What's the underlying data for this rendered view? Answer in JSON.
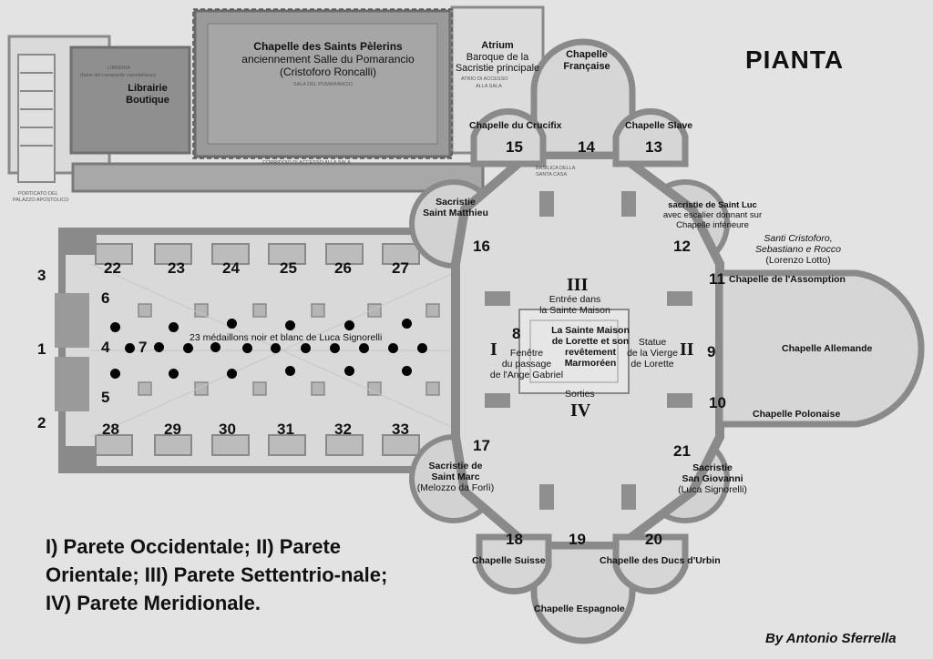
{
  "title": "PIANTA",
  "credit": "By Antonio Sferrella",
  "legend": "I) Parete Occidentale; II) Parete Orientale;  III)  Parete Settentrio-nale; IV) Parete Meridionale.",
  "walls": {
    "I": "I",
    "II": "II",
    "III": "III",
    "IV": "IV"
  },
  "labels": {
    "pomarancio": {
      "title": "Chapelle des Saints Pèlerins",
      "line2": "anciennement Salle du Pomarancio",
      "line3": "(Cristoforo Roncalli)"
    },
    "atrium": {
      "title": "Atrium",
      "line2": "Baroque de la",
      "line3": "Sacristie principale"
    },
    "libreria": {
      "l1": "Librairie",
      "l2": "Boutique"
    },
    "francaise": {
      "l1": "Chapelle",
      "l2": "Française"
    },
    "crucifix": "Chapelle du Crucifix",
    "slave": "Chapelle Slave",
    "matthieu": {
      "l1": "Sacristie",
      "l2": "Saint Matthieu"
    },
    "luc": {
      "l1": "sacristie de Saint Luc",
      "l2": "avec escalier donnant sur",
      "l3": "Chapelle inférieure"
    },
    "lotto": {
      "l1": "Santi Cristoforo,",
      "l2": "Sebastiano e Rocco",
      "l3": "(Lorenzo Lotto)"
    },
    "assomption": "Chapelle de l'Assomption",
    "allemande": "Chapelle Allemande",
    "polonaise": "Chapelle Polonaise",
    "marc": {
      "l1": "Sacristie de",
      "l2": "Saint Marc",
      "l3": "(Melozzo da Forlì)"
    },
    "giovanni": {
      "l1": "Sacristie",
      "l2": "San Giovanni",
      "l3": "(Luca Signorelli)"
    },
    "suisse": "Chapelle Suisse",
    "urbin": "Chapelle des Ducs d'Urbin",
    "espagnole": "Chapelle Espagnole",
    "entree": {
      "l1": "Entrée dans",
      "l2": "la Sainte Maison"
    },
    "maison": {
      "l1": "La Sainte Maison",
      "l2": "de Lorette et son",
      "l3": "revêtement",
      "l4": "Marmoréen"
    },
    "statue": {
      "l1": "Statue",
      "l2": "de la Vierge",
      "l3": "de Lorette"
    },
    "fenetre": {
      "l1": "Fenêtre",
      "l2": "du passage",
      "l3": "de l'Ange Gabriel"
    },
    "sorties": "Sorties",
    "medaillons": "23 médaillons noir et blanc de Luca Signorelli",
    "tiny_libreria": "LIBRERIA",
    "tiny_campanile": "(base del campanile vanvitelliano)",
    "tiny_sala": "SALA DEL POMARANCIO",
    "tiny_atrio": "ATRIO DI ACCESSO",
    "tiny_alla": "ALLA SALA",
    "tiny_corridoio": "CORRIDOIO DI ACCESSO ALLA SALA",
    "tiny_porticato": "PORTICATO DEL",
    "tiny_palazzo": "PALAZZO APOSTOLICO",
    "tiny_basilica": "BASILICA DELLA",
    "tiny_casa": "SANTA CASA"
  },
  "numbers": {
    "n1": "1",
    "n2": "2",
    "n3": "3",
    "n4": "4",
    "n5": "5",
    "n6": "6",
    "n7": "7",
    "n8": "8",
    "n9": "9",
    "n10": "10",
    "n11": "11",
    "n12": "12",
    "n13": "13",
    "n14": "14",
    "n15": "15",
    "n16": "16",
    "n17": "17",
    "n18": "18",
    "n19": "19",
    "n20": "20",
    "n21": "21",
    "n22": "22",
    "n23": "23",
    "n24": "24",
    "n25": "25",
    "n26": "26",
    "n27": "27",
    "n28": "28",
    "n29": "29",
    "n30": "30",
    "n31": "31",
    "n32": "32",
    "n33": "33"
  },
  "medallion_count": 23,
  "colors": {
    "background": "#e3e3e3",
    "wall": "#8a8a8a",
    "floor": "#d6d6d6",
    "ink": "#111111"
  }
}
